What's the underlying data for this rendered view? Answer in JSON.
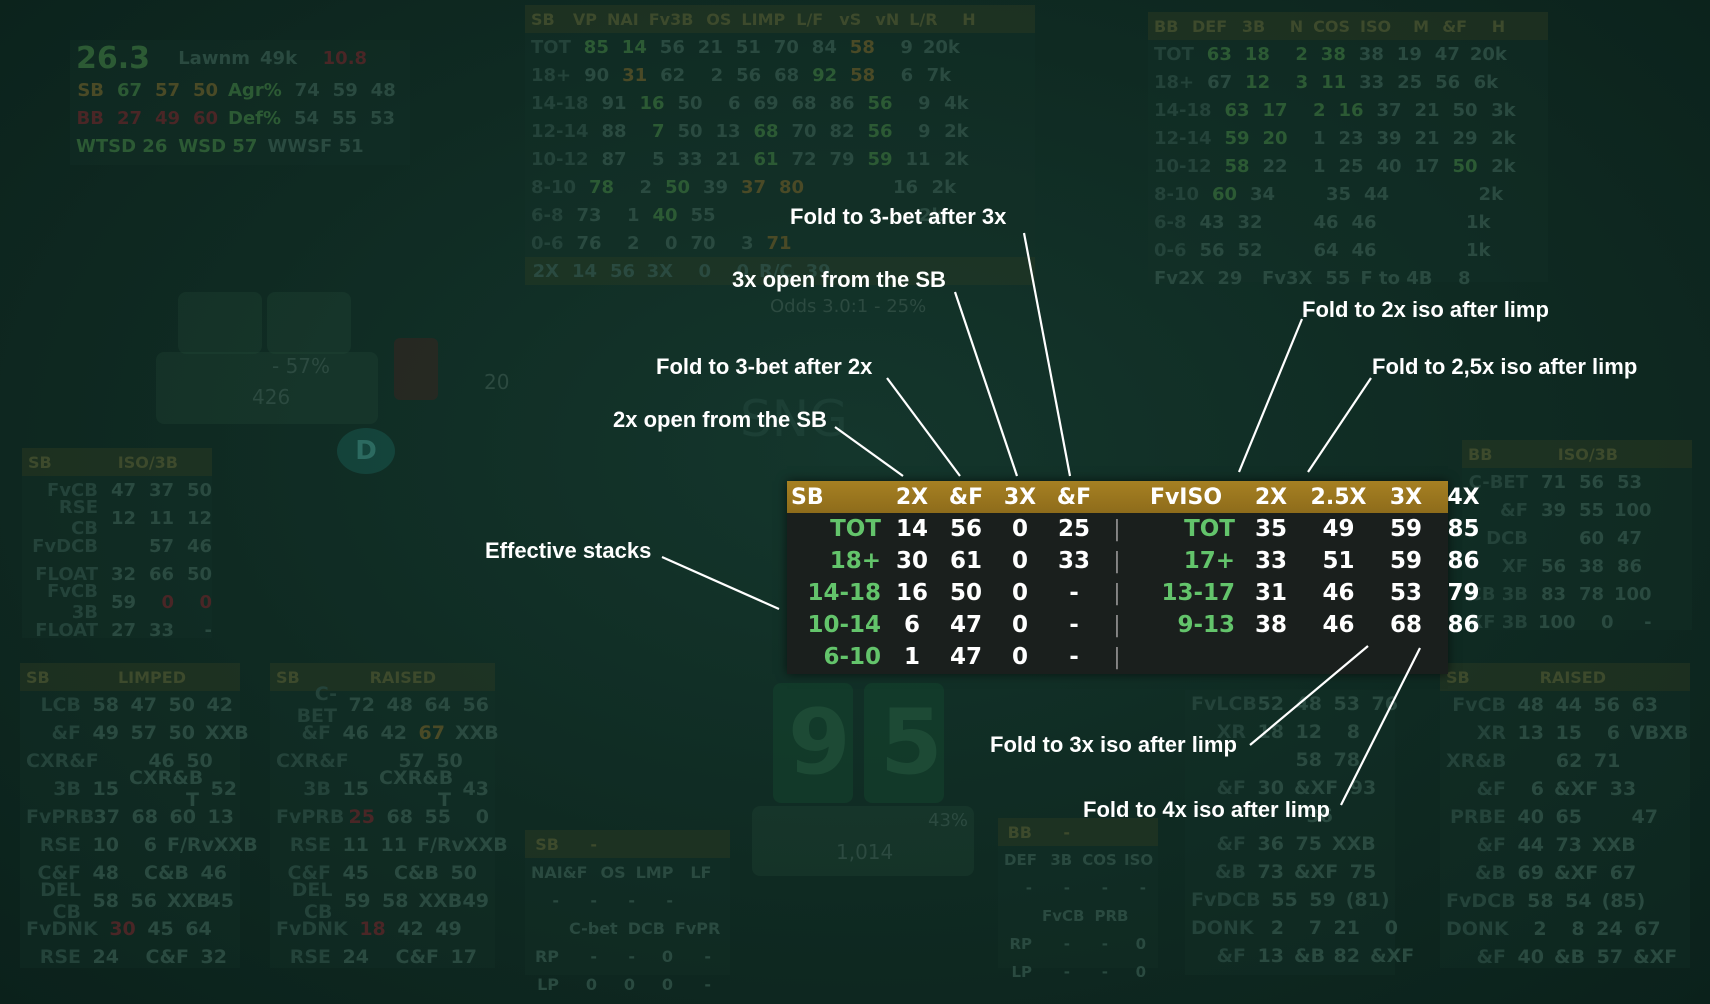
{
  "hud": {
    "header": [
      "SB",
      "2X",
      "&F",
      "3X",
      "&F",
      "FvISO",
      "2X",
      "2.5X",
      "3X",
      "4X"
    ],
    "rows": [
      {
        "stack": "TOT",
        "values": [
          "14",
          "56",
          "0",
          "25"
        ],
        "iso_stack": "TOT",
        "iso_values": [
          "35",
          "49",
          "59",
          "85"
        ]
      },
      {
        "stack": "18+",
        "values": [
          "30",
          "61",
          "0",
          "33"
        ],
        "iso_stack": "17+",
        "iso_values": [
          "33",
          "51",
          "59",
          "86"
        ]
      },
      {
        "stack": "14-18",
        "values": [
          "16",
          "50",
          "0",
          "-"
        ],
        "iso_stack": "13-17",
        "iso_values": [
          "31",
          "46",
          "53",
          "79"
        ]
      },
      {
        "stack": "10-14",
        "values": [
          "6",
          "47",
          "0",
          "-"
        ],
        "iso_stack": "9-13",
        "iso_values": [
          "38",
          "46",
          "68",
          "86"
        ]
      },
      {
        "stack": "6-10",
        "values": [
          "1",
          "47",
          "0",
          "-"
        ],
        "iso_stack": "",
        "iso_values": [
          "",
          "",
          "",
          ""
        ]
      }
    ],
    "separator": "|"
  },
  "annotations": {
    "fold_3bet_3x": "Fold to 3-bet after 3x",
    "open_3x": "3x open from the SB",
    "fold_2x_iso": "Fold to 2x iso after limp",
    "fold_3bet_2x": "Fold to 3-bet after 2x",
    "fold_25x_iso": "Fold to 2,5x iso after limp",
    "open_2x": "2x open from the SB",
    "effective_stacks": "Effective stacks",
    "fold_3x_iso": "Fold to 3x iso after limp",
    "fold_4x_iso": "Fold to 4x iso after limp"
  },
  "background": {
    "player": {
      "bb": "26.3",
      "name": "Lawnm",
      "hands": "49k",
      "extra": "10.8"
    },
    "odds": "Odds 3.0:1 - 25%",
    "pot_pct": "- 57%",
    "pot": "426",
    "bet": "20",
    "dealer": "D",
    "stack2": "1,014",
    "stack2_pct": "43%",
    "top_center_header": [
      "SB",
      "VP",
      "NAI",
      "Fv3B",
      "OS",
      "LIMP",
      "L/F",
      "vS",
      "vN",
      "L/R",
      "H"
    ],
    "top_right_header": [
      "BB",
      "DEF",
      "3B",
      "N",
      "COS",
      "ISO",
      "M",
      "&F",
      "H"
    ],
    "left_box_header": [
      "SB",
      "ISO/3B"
    ],
    "right_box_header": [
      "BB",
      "ISO/3B"
    ],
    "limped_header": [
      "SB",
      "LIMPED"
    ],
    "raised_header": [
      "SB",
      "RAISED"
    ],
    "right_raised_header": [
      "SB",
      "RAISED"
    ]
  },
  "colors": {
    "header_gold": "#a68022",
    "stack_green": "#63c46b",
    "hud_bg": "#1a1f1d",
    "background": "#14362c"
  }
}
